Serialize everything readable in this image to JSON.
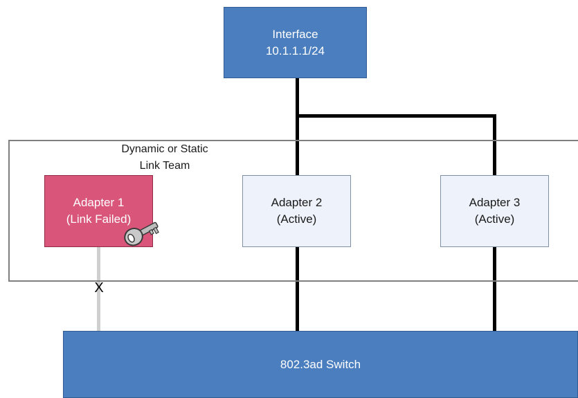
{
  "interface": {
    "name": "Interface",
    "address": "10.1.1.1/24"
  },
  "team": {
    "label_line1": "Dynamic or Static",
    "label_line2": "Link Team"
  },
  "adapters": [
    {
      "name": "Adapter 1",
      "status": "(Link Failed)"
    },
    {
      "name": "Adapter 2",
      "status": "(Active)"
    },
    {
      "name": "Adapter 3",
      "status": "(Active)"
    }
  ],
  "switch": {
    "label": "802.3ad Switch"
  },
  "link_break_mark": "X",
  "colors": {
    "interface_fill": "#4a7ebf",
    "switch_fill": "#4a7ebf",
    "failed_adapter_fill": "#d9557a",
    "active_adapter_fill": "#eef2fa",
    "active_link": "#000000",
    "failed_link": "#cfcfcf",
    "team_border": "#7f7f7f"
  },
  "icons": {
    "failed_adapter_badge": "key-icon"
  }
}
